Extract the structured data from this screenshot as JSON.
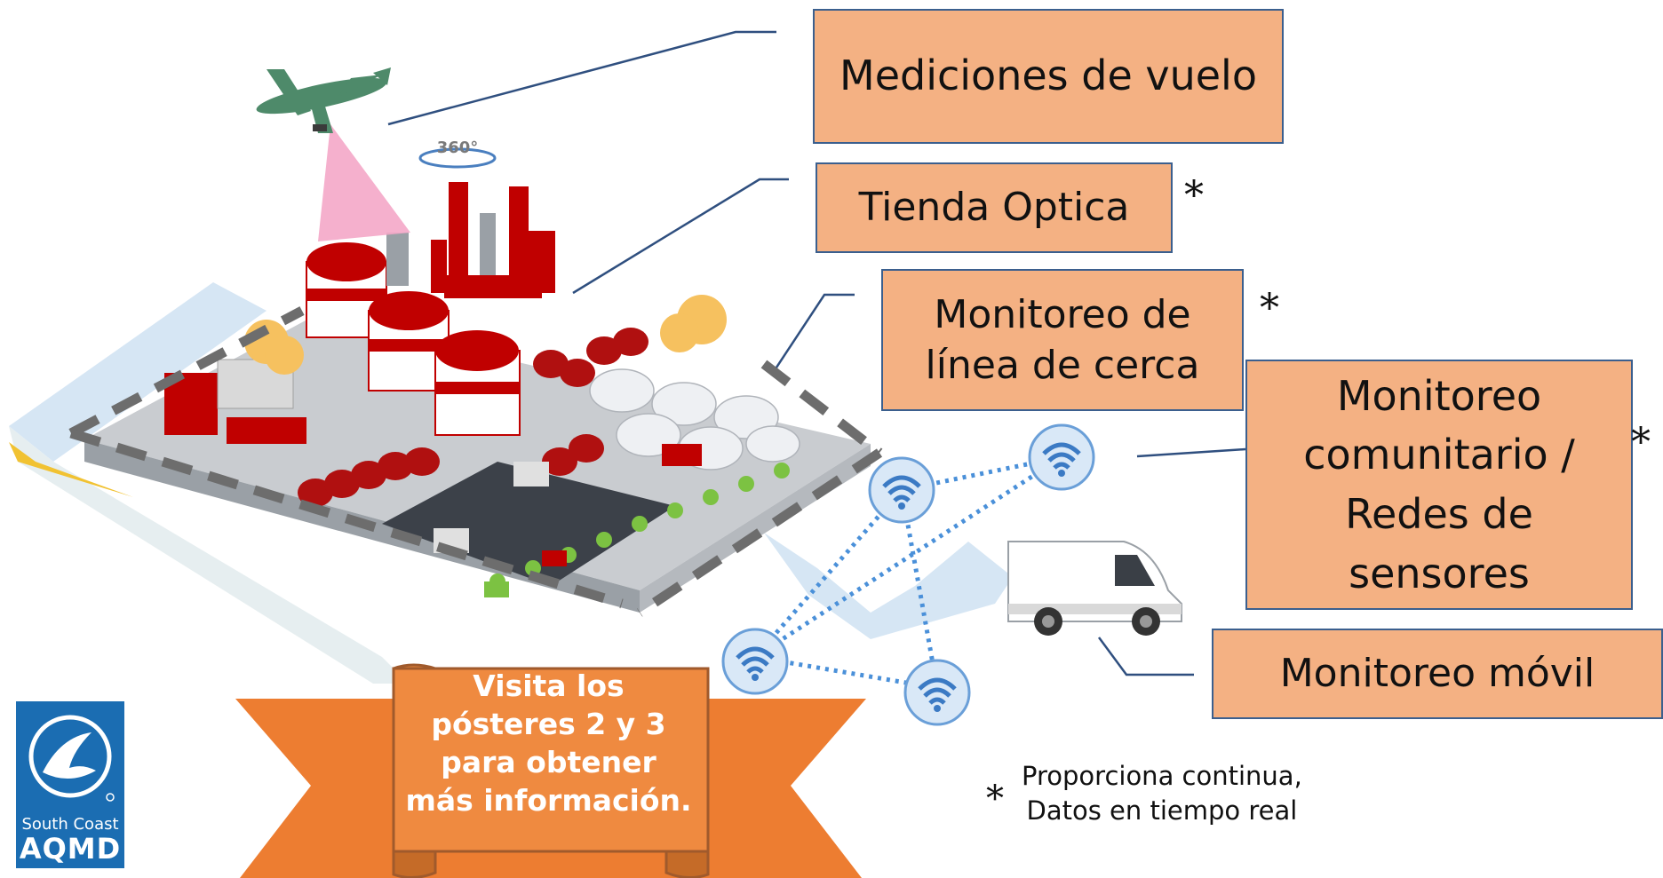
{
  "labels": {
    "flight": "Mediciones de vuelo",
    "optical": "Tienda Optica",
    "fenceline": "Monitoreo de línea de cerca",
    "community": "Monitoreo comunitario / Redes de sensores",
    "mobile": "Monitoreo móvil"
  },
  "asterisk": "*",
  "scene_text": {
    "rotation_label": "360°"
  },
  "banner": {
    "text": "Visita los pósteres 2 y 3 para obtener más información."
  },
  "footnote": {
    "line1": "Proporciona continua,",
    "line2": "Datos en tiempo real"
  },
  "logo": {
    "line1": "South Coast",
    "line2": "AQMD"
  },
  "colors": {
    "box_fill": "#f4b183",
    "box_border": "#3b5f8e",
    "banner_orange": "#ed7d31",
    "industrial_red": "#c00000",
    "logo_blue": "#1b6db2",
    "sensor_blue": "#4a90d9"
  }
}
